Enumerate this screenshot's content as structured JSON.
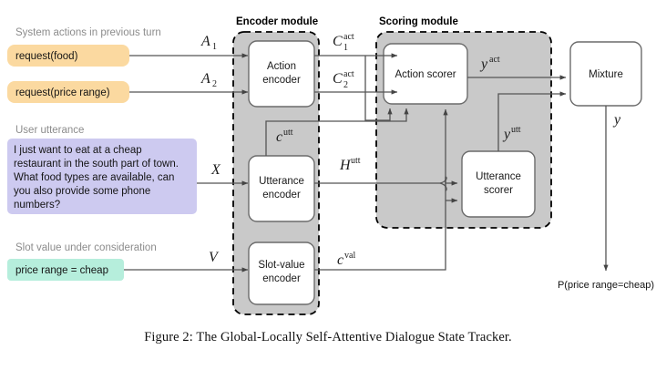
{
  "figure": {
    "caption": "Figure 2: The Global-Locally Self-Attentive Dialogue State Tracker."
  },
  "modules": {
    "encoder_label": "Encoder module",
    "scoring_label": "Scoring module"
  },
  "inputs": {
    "system_actions": {
      "heading": "System actions in previous turn",
      "color": "#fbd9a0",
      "items": [
        {
          "text": "request(food)",
          "symbol": "A",
          "subscript": "1"
        },
        {
          "text": "request(price range)",
          "symbol": "A",
          "subscript": "2"
        }
      ]
    },
    "user_utterance": {
      "heading": "User utterance",
      "color": "#cdcaf0",
      "symbol": "X",
      "lines": [
        "I just want to eat at a cheap",
        "restaurant in the south part of town.",
        "What food types are available, can",
        "you also provide some phone",
        "numbers?"
      ]
    },
    "slot_value": {
      "heading": "Slot value under consideration",
      "color": "#b6eedc",
      "symbol": "V",
      "text": "price range = cheap"
    }
  },
  "encoder_blocks": [
    {
      "line1": "Action",
      "line2": "encoder"
    },
    {
      "line1": "Utterance",
      "line2": "encoder"
    },
    {
      "line1": "Slot-value",
      "line2": "encoder"
    }
  ],
  "scoring_blocks": [
    {
      "line1": "Action scorer",
      "line2": ""
    },
    {
      "line1": "Utterance",
      "line2": "scorer"
    }
  ],
  "mixture_block": {
    "line1": "Mixture",
    "line2": ""
  },
  "edge_labels": {
    "c1_act": {
      "base": "C",
      "sub": "1",
      "sup": "act"
    },
    "c2_act": {
      "base": "C",
      "sub": "2",
      "sup": "act"
    },
    "c_utt": {
      "base": "c",
      "sub": "",
      "sup": "utt"
    },
    "h_utt": {
      "base": "H",
      "sub": "",
      "sup": "utt"
    },
    "c_val": {
      "base": "c",
      "sub": "",
      "sup": "val"
    },
    "y_act": {
      "base": "y",
      "sub": "",
      "sup": "act"
    },
    "y_utt": {
      "base": "y",
      "sub": "",
      "sup": "utt"
    },
    "y_final": {
      "base": "y",
      "sub": "",
      "sup": ""
    }
  },
  "output": {
    "label": "P(price range=cheap)"
  },
  "colors": {
    "module_fill": "#c9c9c9",
    "module_stroke": "#000000",
    "block_fill": "#ffffff",
    "block_stroke": "#6b6b6b",
    "line": "#555555",
    "heading_text": "#8c8c8c"
  }
}
